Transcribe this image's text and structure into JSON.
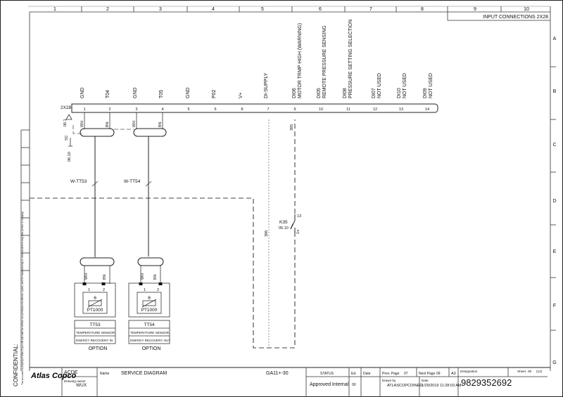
{
  "sheet": {
    "header_title": "INPUT CONNECTIONS 2X28",
    "columns": [
      "1",
      "2",
      "3",
      "4",
      "5",
      "6",
      "7",
      "8",
      "9",
      "10"
    ],
    "rows": [
      "A",
      "B",
      "C",
      "D",
      "E",
      "F",
      "G"
    ]
  },
  "terminal_block": {
    "name": "2X28",
    "terminals": [
      {
        "num": "1",
        "label": "GND"
      },
      {
        "num": "2",
        "label": "T04"
      },
      {
        "num": "3",
        "label": "GND"
      },
      {
        "num": "4",
        "label": "T05"
      },
      {
        "num": "5",
        "label": "GND"
      },
      {
        "num": "6",
        "label": "P02"
      },
      {
        "num": "8",
        "label": "V+"
      },
      {
        "num": "7",
        "label": "DI-SUPPLY"
      },
      {
        "num": "9",
        "label": "DI06",
        "label2": "MOTOR TRMP HIGH (WARNING)"
      },
      {
        "num": "10",
        "label": "DI05",
        "label2": "REMOTE PRESSURE SENSING"
      },
      {
        "num": "11",
        "label": "DI08",
        "label2": "PRESSURE SETTING SELECTION"
      },
      {
        "num": "12",
        "label": "DI07",
        "label2": "NOT USED"
      },
      {
        "num": "13",
        "label": "DI10",
        "label2": "NOT USED"
      },
      {
        "num": "14",
        "label": "DI09",
        "label2": "NOT USED"
      }
    ]
  },
  "shield_ref": {
    "top": "06.1",
    "sc": "SC",
    "bottom": "06.10"
  },
  "cables": [
    {
      "name": "W-TT53",
      "wh": "WH",
      "bn": "BN"
    },
    {
      "name": "W-TT54",
      "wh": "WH",
      "bn": "BN"
    }
  ],
  "sensors": [
    {
      "pin1": "1",
      "pin2": "2",
      "theta": "θ",
      "type": "PT1000",
      "tag": "TT53",
      "desc1": "TEMPERATURE SENSOR",
      "desc2": "ENERGY RECOVERY IN",
      "option": "OPTION"
    },
    {
      "pin1": "1",
      "pin2": "2",
      "theta": "θ",
      "type": "PT1000",
      "tag": "TT54",
      "desc1": "TEMPERATURE SENSOR",
      "desc2": "ENERGY RECOVERY OUT",
      "option": "OPTION"
    }
  ],
  "wires": {
    "w395": "395",
    "w396": "396"
  },
  "relay": {
    "name": "K35",
    "ref": "05.10",
    "pin13": "13",
    "pin14": "14"
  },
  "side_confidential": "CONFIDENTIAL:",
  "side_notice": "This document is property of Atlas Copco AB and shall not without our permission be altered, copied, used for manufacturing or communicated to any other person or company.",
  "title_block": {
    "brand": "Atlas Copco",
    "acde": "ACDE",
    "name_label": "Name",
    "name_value": "SERVICE DIAGRAM",
    "model": "GA11+-30",
    "drawing_owner_label": "Drawing owner",
    "drawing_owner_value": "WUX",
    "status_label": "STATUS",
    "status_value": "Approved Internal",
    "ed_label": "Ed.",
    "ed_value": "00",
    "date_label": "Date",
    "prev_page_label": "Prev. Page",
    "prev_page_value": "07",
    "next_page_label": "Next Page",
    "next_page_value": "09",
    "size": "A3",
    "designation_label": "Designation",
    "sheet_label": "Sheet",
    "sheet_value": "08",
    "sheet_total": "(12)",
    "drawn_by_label": "Drawn by",
    "drawn_by_value": "ATLASCOPCOINED",
    "date2_label": "Date",
    "date2_value": "1/29/2019 11:28:03 AM",
    "designation_value": "9829352692"
  }
}
